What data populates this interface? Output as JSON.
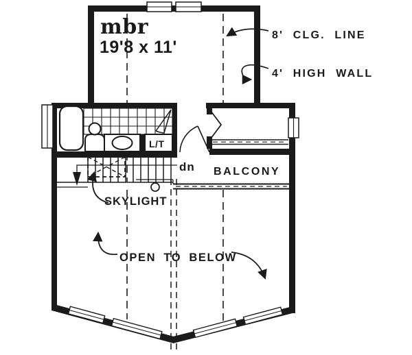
{
  "colors": {
    "ink": "#1a1a1a",
    "paper": "#ffffff"
  },
  "rooms": {
    "master_bedroom": {
      "abbr": "mbr",
      "dimensions": "19'8 x 11'"
    },
    "balcony": {
      "label": "BALCONY"
    },
    "linen_closet": {
      "label": "L/T"
    }
  },
  "annotations": {
    "ceiling_line": "8' CLG. LINE",
    "high_wall": "4' HIGH WALL",
    "skylight": "SKYLIGHT",
    "open_to_below": "OPEN TO BELOW",
    "stairs_down": "dn"
  }
}
